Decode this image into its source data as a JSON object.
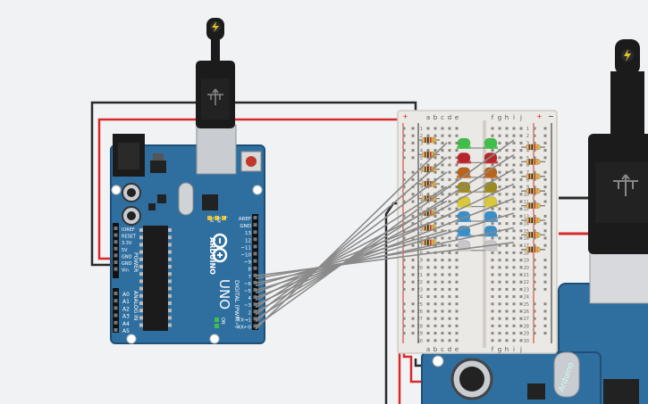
{
  "colors": {
    "background": "#f1f2f4",
    "board_blue": "#2f6f9f",
    "board_edge": "#1f4f77",
    "breadboard": "#ebe9e5",
    "wire_red": "#d82a2a",
    "wire_black": "#2a2a2a",
    "wire_gray": "#8a8a8a",
    "led_green": "#3fbf4a",
    "led_red": "#b8262a",
    "led_orange": "#b8651c",
    "led_olive": "#9c8a22",
    "led_yellow": "#d9c93a",
    "led_blue": "#3a8fca",
    "led_white": "#c8c8c8"
  },
  "icons": {
    "usb_plug": "usb-plug-icon",
    "lightning": "lightning-icon"
  },
  "arduino": {
    "brand": "ARDUINO",
    "model": "UNO",
    "digital_label": "DIGITAL (PWM~)",
    "power_label": "POWER",
    "analog_label": "ANALOG IN",
    "tx_label": "TX",
    "rx_label": "RX",
    "l_label": "L",
    "on_label": "ON",
    "digital_pins": [
      "AREF",
      "GND",
      "13",
      "12",
      "~11",
      "~10",
      "~9",
      "8",
      "7",
      "~6",
      "~5",
      "4",
      "~3",
      "2",
      "TX→1",
      "RX←0"
    ],
    "power_pins": [
      "IOREF",
      "RESET",
      "3.3V",
      "5V",
      "GND",
      "GND",
      "Vin"
    ],
    "analog_pins": [
      "A0",
      "A1",
      "A2",
      "A3",
      "A4",
      "A5"
    ]
  },
  "breadboard": {
    "left_cols": [
      "a",
      "b",
      "c",
      "d",
      "e"
    ],
    "right_cols": [
      "f",
      "g",
      "h",
      "i",
      "j"
    ],
    "plus": "+",
    "minus": "−",
    "row_numbers": [
      "1",
      "2",
      "3",
      "4",
      "5",
      "6",
      "7",
      "8",
      "9",
      "10",
      "11",
      "12",
      "13",
      "14",
      "15",
      "16",
      "17",
      "18",
      "19",
      "20",
      "21",
      "22",
      "23",
      "24",
      "25",
      "26",
      "27",
      "28",
      "29",
      "30"
    ]
  },
  "second_arduino": {
    "partial_label": "Arduino"
  }
}
